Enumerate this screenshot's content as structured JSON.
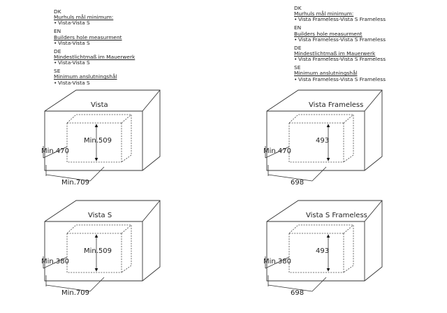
{
  "notes_left": {
    "sections": [
      {
        "lang": "DK",
        "heading": "Murhuls mål minimum:",
        "item": "Vista-Vista S"
      },
      {
        "lang": "EN",
        "heading": "Builders hole measurment",
        "item": "Vista-Vista S"
      },
      {
        "lang": "DE",
        "heading": "Mindestlichtmaß im Mauerwerk",
        "item": "Vista-Vista S"
      },
      {
        "lang": "SE",
        "heading": "Minimum anslutningshål",
        "item": "Vista-Vista S"
      }
    ]
  },
  "notes_right": {
    "sections": [
      {
        "lang": "DK",
        "heading": "Murhuls mål minimum:",
        "item": "Vista Frameless-Vista S Frameless"
      },
      {
        "lang": "EN",
        "heading": "Builders hole measurment",
        "item": "Vista Frameless-Vista S Frameless"
      },
      {
        "lang": "DE",
        "heading": "Mindestlichtmaß im Mauerwerk",
        "item": "Vista Frameless-Vista S Frameless"
      },
      {
        "lang": "SE",
        "heading": "Minimum anslutningshål",
        "item": "Vista Frameless-Vista S Frameless"
      }
    ]
  },
  "panels": [
    {
      "title": "Vista",
      "height": "Min.509",
      "depth": "Min.470",
      "width": "Min.709"
    },
    {
      "title": "Vista Frameless",
      "height": "493",
      "depth": "Min.470",
      "width": "698"
    },
    {
      "title": "Vista S",
      "height": "Min.509",
      "depth": "Min.380",
      "width": "Min.709"
    },
    {
      "title": "Vista S Frameless",
      "height": "493",
      "depth": "Min.380",
      "width": "698"
    }
  ]
}
